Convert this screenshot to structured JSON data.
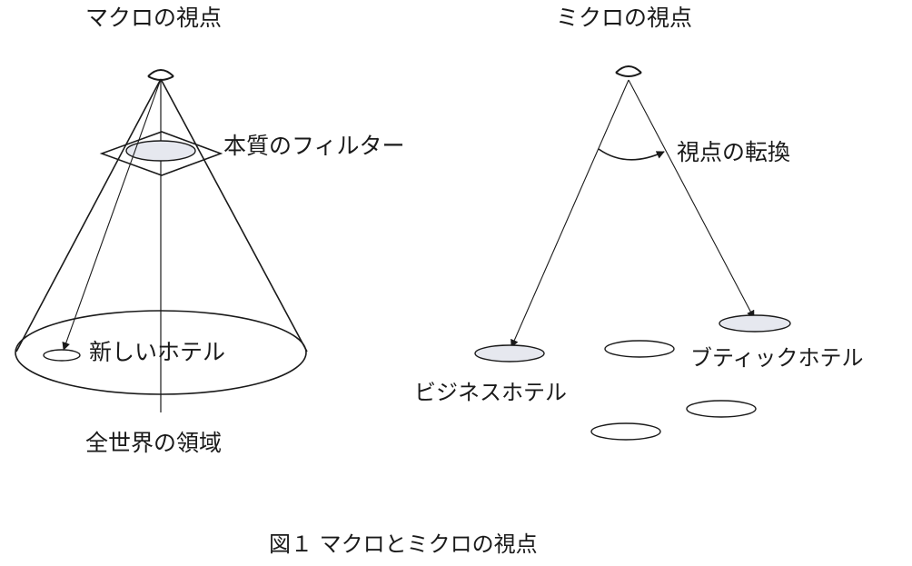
{
  "macro": {
    "title": "マクロの視点",
    "filter_label": "本質のフィルター",
    "new_hotel_label": "新しいホテル",
    "region_label": "全世界の領域"
  },
  "micro": {
    "title": "ミクロの視点",
    "shift_label": "視点の転換",
    "business_hotel_label": "ビジネスホテル",
    "boutique_hotel_label": "ブティックホテル"
  },
  "caption": "図１ マクロとミクロの視点",
  "colors": {
    "line": "#1a1a1a",
    "highlight_fill": "#e6e8ef",
    "background": "#ffffff"
  }
}
